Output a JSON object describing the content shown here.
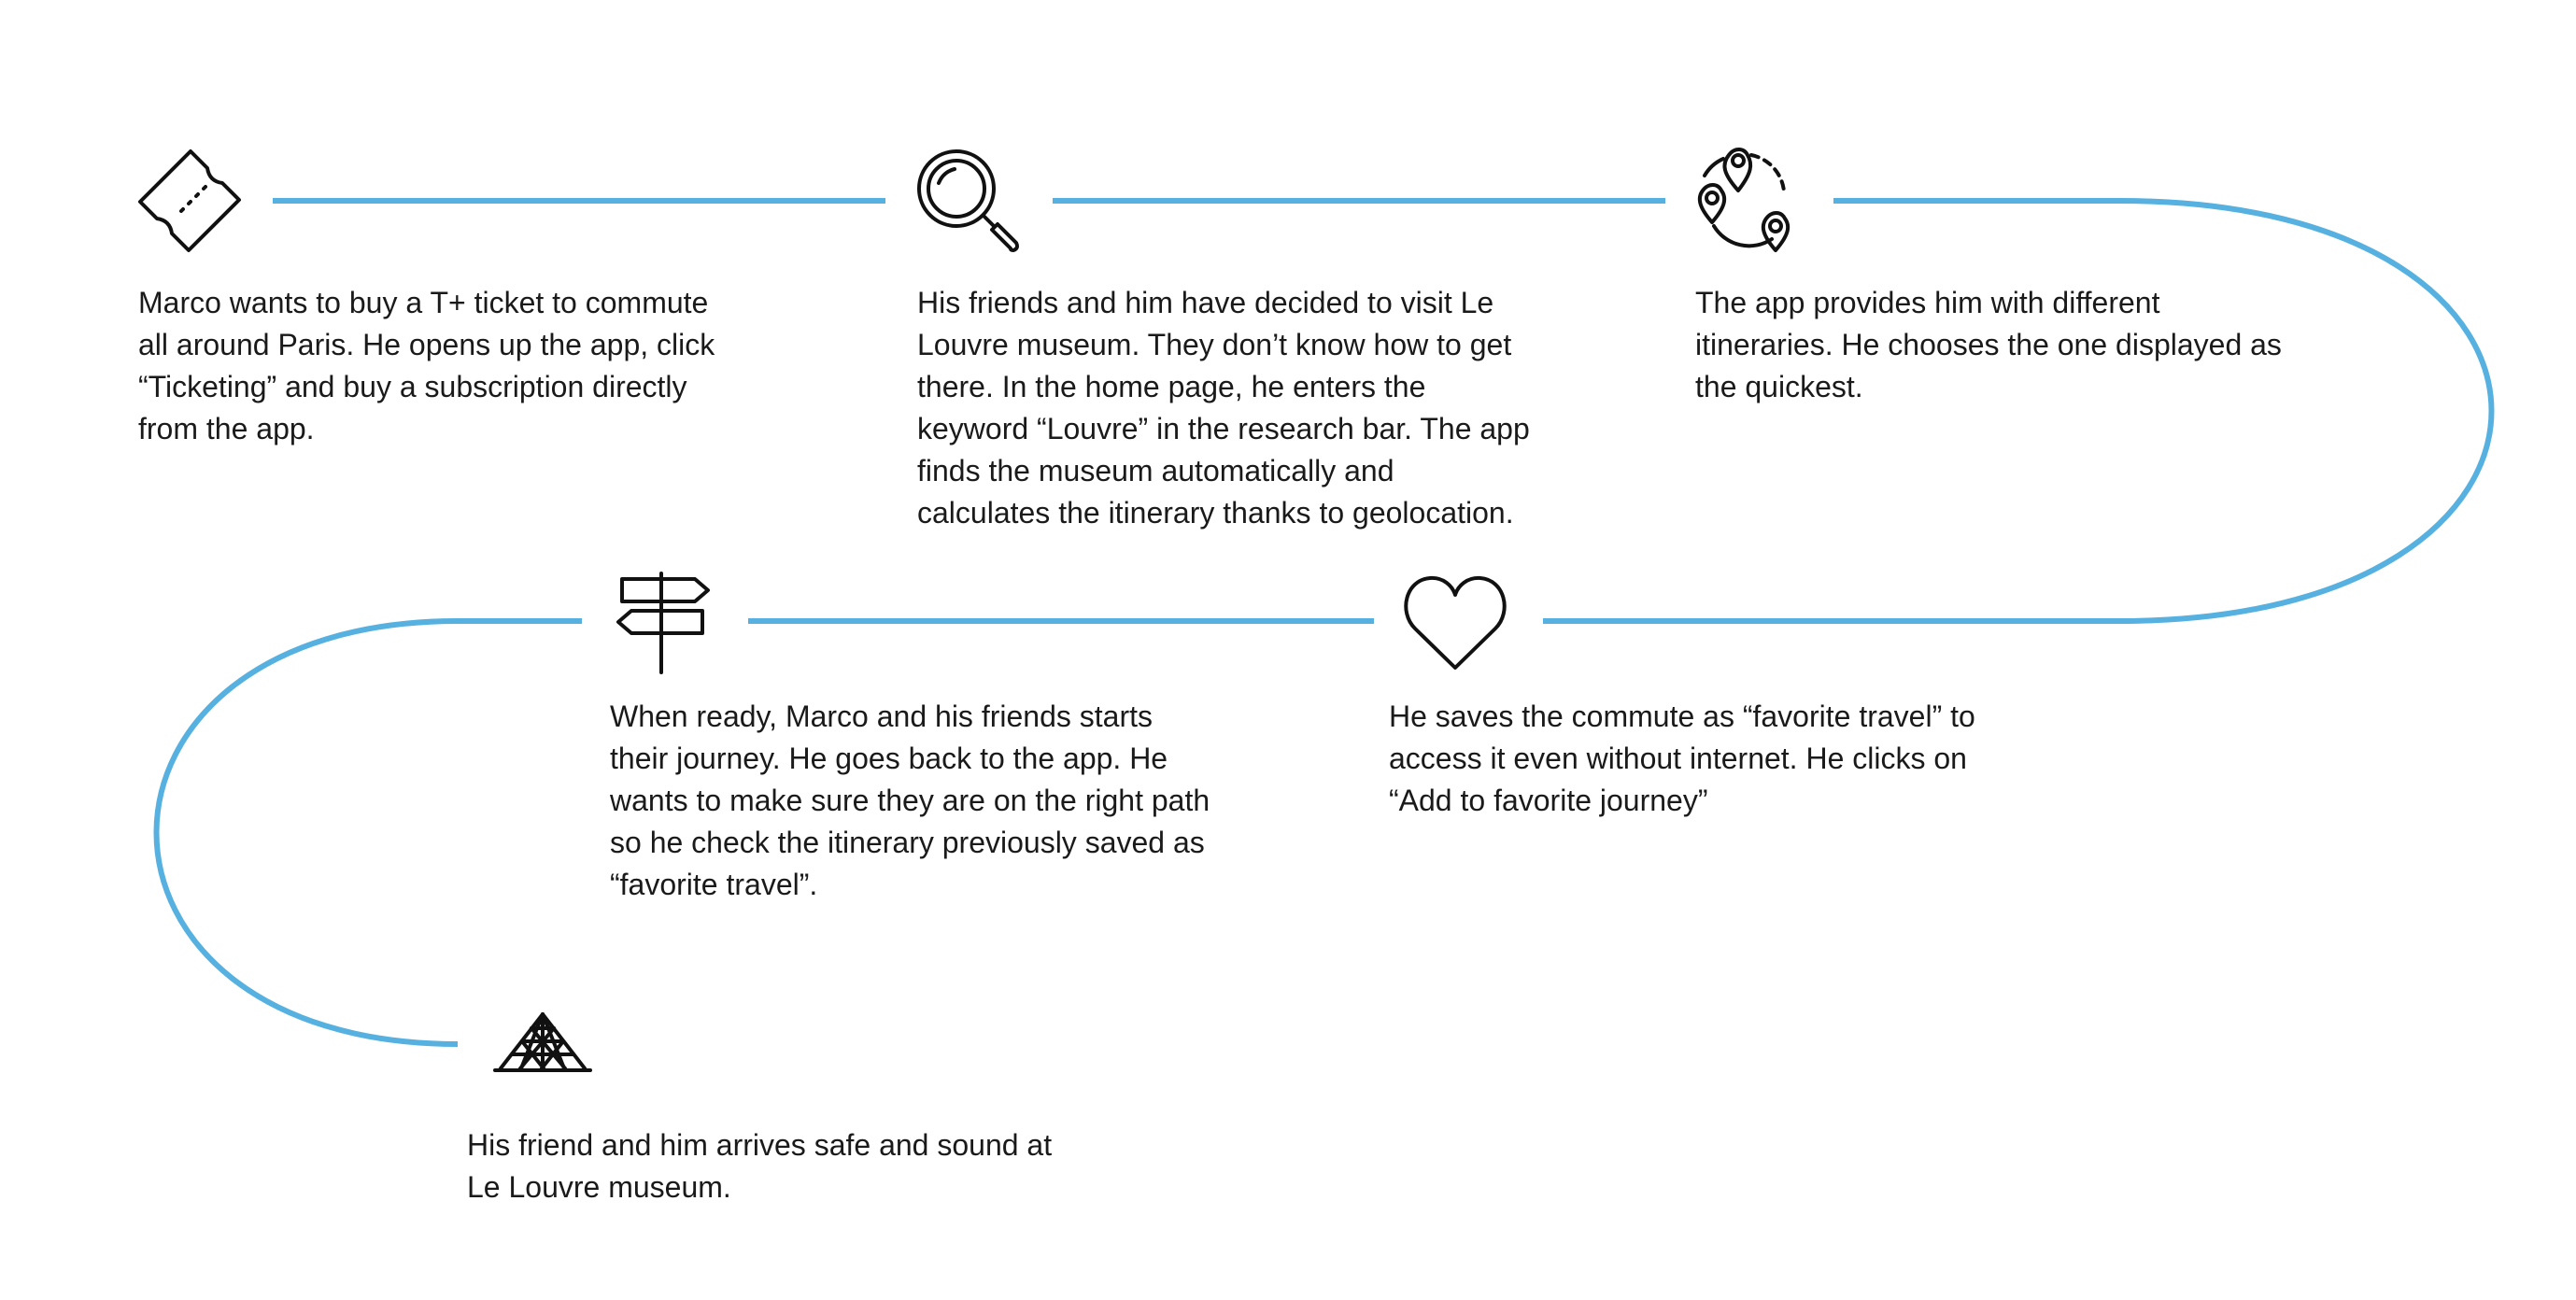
{
  "steps": [
    {
      "icon": "ticket-icon",
      "text": "Marco wants to buy a T+ ticket to commute\nall around Paris. He opens up the app, click\n“Ticketing” and buy a subscription directly\nfrom the app."
    },
    {
      "icon": "magnifier-icon",
      "text": "His friends and him have decided to visit Le\nLouvre museum. They don’t know how to get\nthere. In the home page, he enters the\nkeyword “Louvre” in the research bar. The app\nfinds the museum automatically and\ncalculates the itinerary thanks to geolocation."
    },
    {
      "icon": "itineraries-pins-icon",
      "text": "The app provides him with different\nitineraries. He chooses the one displayed as\nthe quickest."
    },
    {
      "icon": "heart-icon",
      "text": "He saves the commute as “favorite travel” to\naccess it even without internet. He clicks on\n“Add to favorite journey”"
    },
    {
      "icon": "signpost-icon",
      "text": "When ready, Marco and his friends starts\ntheir journey. He goes back to the app. He\nwants to make sure they are on the right path\nso he check the itinerary previously saved as\n“favorite travel”."
    },
    {
      "icon": "louvre-pyramid-icon",
      "text": "His friend and him arrives safe and sound at\nLe Louvre museum."
    }
  ],
  "colors": {
    "path": "#56b1e0",
    "icon": "#111111",
    "text": "#1a1a1a"
  }
}
